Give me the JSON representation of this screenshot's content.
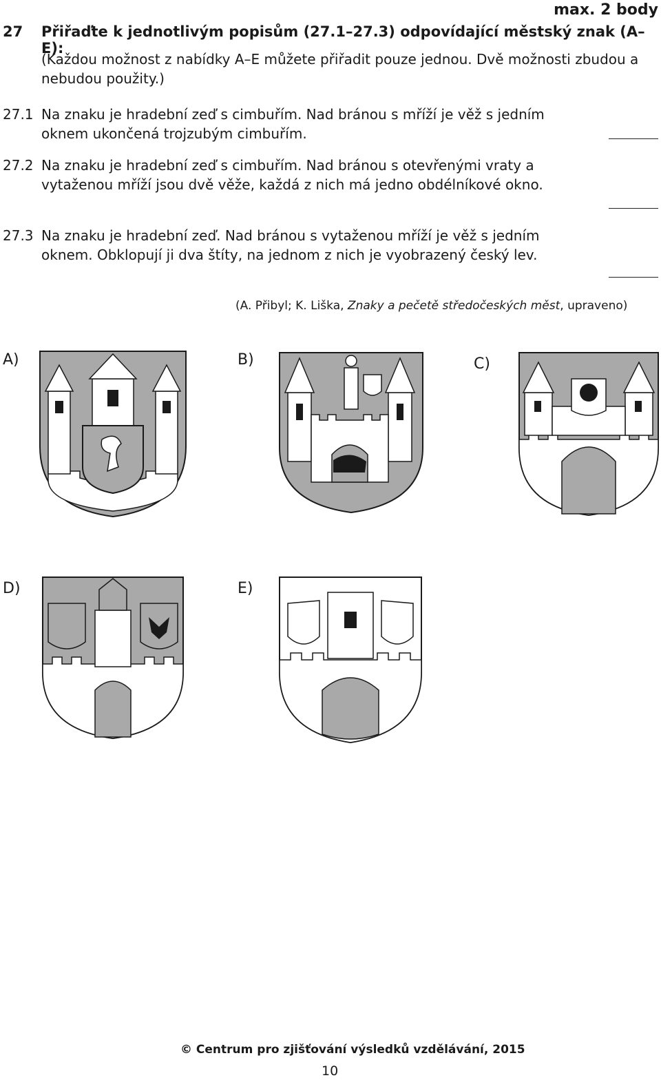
{
  "header": {
    "max_points": "max. 2 body"
  },
  "question": {
    "number": "27",
    "title": "Přiřaďte k jednotlivým popisům (27.1–27.3) odpovídající městský znak (A–E):",
    "instruction": "(Každou možnost z nabídky A–E můžete přiřadit pouze jednou. Dvě možnosti zbudou a nebudou použity.)"
  },
  "items": [
    {
      "num": "27.1",
      "text": "Na znaku je hradební zeď s cimbuřím. Nad bránou s mříží je věž s jedním oknem ukončená trojzubým cimbuřím."
    },
    {
      "num": "27.2",
      "text": "Na znaku je hradební zeď s cimbuřím. Nad bránou s otevřenými vraty a vytaženou mříží jsou dvě věže, každá z nich má jedno obdélníkové okno."
    },
    {
      "num": "27.3",
      "text": "Na znaku je hradební zeď. Nad bránou s vytaženou mříží je věž s jedním oknem. Obklopují ji dva štíty, na jednom z nich je vyobrazený český lev."
    }
  ],
  "source": {
    "authors": "(A. Přibyl; K. Liška, ",
    "title": "Znaky a pečetě středočeských měst",
    "suffix": ", upraveno)"
  },
  "options": [
    {
      "label": "A)"
    },
    {
      "label": "B)"
    },
    {
      "label": "C)"
    },
    {
      "label": "D)"
    },
    {
      "label": "E)"
    }
  ],
  "footer": {
    "copyright": "© Centrum pro zjišťování výsledků vzdělávání, 2015",
    "page": "10"
  },
  "colors": {
    "shield_fill": "#a9a9a9",
    "line": "#1a1a1a",
    "stone": "#ffffff"
  }
}
